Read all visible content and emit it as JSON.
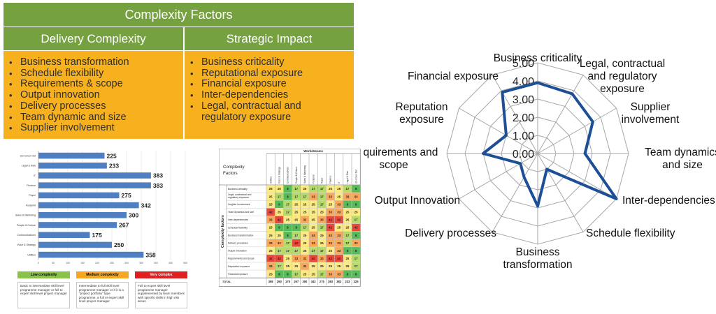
{
  "factors": {
    "title": "Complexity Factors",
    "delivery": {
      "heading": "Delivery Complexity",
      "items": [
        "Business transformation",
        "Schedule flexibility",
        "Requirements & scope",
        "Output innovation",
        "Delivery processes",
        "Team dynamic and size",
        "Supplier involvement"
      ]
    },
    "strategic": {
      "heading": "Strategic Impact",
      "items": [
        "Business criticality",
        "Reputational exposure",
        "Financial exposure",
        "Inter-dependencies",
        "Legal, contractual and",
        "regulatory exposure"
      ]
    }
  },
  "legend_boxes": [
    {
      "label": "Low complexity",
      "color": "#8bc34a",
      "desc": "Basic to intermediate skill level programme manager or full to expert skill level project manager"
    },
    {
      "label": "Medium complexity",
      "color": "#f5a623",
      "desc": "Intermediate to full skill level programme manager or if it is a \"project portfolio\" type programme, a full or expert skill level project manager"
    },
    {
      "label": "Very complex",
      "color": "#e02020",
      "desc": "Full to expert skill level programme manager supplemented by team members with specific skills in high risk areas"
    }
  ],
  "heatmap": {
    "title": "Complexity Factors",
    "group_header": "Workstreams",
    "side_label": "Complexity factors",
    "columns": [
      "Utilities",
      "Voice & Strategy",
      "Communications",
      "People & Culture",
      "Sales & Marketing",
      "Footprint",
      "Paper",
      "Finance",
      "IT",
      "Legal & Risk",
      "US Cover Out"
    ],
    "rows": [
      {
        "name": "Business criticality",
        "values": [
          25,
          25,
          8,
          17,
          25,
          17,
          17,
          25,
          25,
          17,
          8
        ]
      },
      {
        "name": "Legal, contractual and regulatory exposure",
        "values": [
          25,
          17,
          8,
          17,
          17,
          33,
          17,
          33,
          25,
          33,
          33
        ]
      },
      {
        "name": "Supplier involvement",
        "values": [
          25,
          0,
          17,
          25,
          25,
          25,
          17,
          25,
          33,
          8,
          8
        ]
      },
      {
        "name": "Team dynamics and size",
        "values": [
          42,
          25,
          17,
          25,
          25,
          25,
          25,
          33,
          33,
          25,
          25
        ]
      },
      {
        "name": "Inter-dependencies",
        "values": [
          33,
          42,
          25,
          25,
          33,
          25,
          33,
          42,
          42,
          25,
          17
        ]
      },
      {
        "name": "Schedule flexibility",
        "values": [
          25,
          0,
          8,
          8,
          17,
          25,
          17,
          42,
          25,
          25,
          42
        ]
      },
      {
        "name": "Business transformation",
        "values": [
          25,
          25,
          8,
          17,
          25,
          33,
          25,
          33,
          33,
          17,
          8
        ]
      },
      {
        "name": "Delivery processes",
        "values": [
          33,
          33,
          17,
          42,
          25,
          33,
          25,
          33,
          33,
          17,
          33
        ]
      },
      {
        "name": "Output innovation",
        "values": [
          25,
          17,
          17,
          17,
          25,
          17,
          17,
          25,
          33,
          8,
          8
        ]
      },
      {
        "name": "Requirements and scope",
        "values": [
          42,
          42,
          25,
          33,
          33,
          42,
          33,
          42,
          42,
          25,
          17
        ]
      },
      {
        "name": "Reputation exposure",
        "values": [
          33,
          17,
          25,
          25,
          33,
          25,
          25,
          25,
          25,
          25,
          17
        ]
      },
      {
        "name": "Financial exposure",
        "values": [
          25,
          8,
          8,
          17,
          25,
          25,
          17,
          33,
          33,
          8,
          8
        ]
      }
    ],
    "total_label": "TOTAL",
    "totals": [
      358,
      250,
      175,
      267,
      300,
      342,
      275,
      383,
      383,
      233,
      225
    ],
    "colors": {
      "green": "#57bb5a",
      "lightgreen": "#b5d96b",
      "yellow": "#fbe982",
      "orange": "#f8a75b",
      "red": "#e8473b"
    }
  },
  "chart_data": [
    {
      "type": "bar",
      "orientation": "horizontal",
      "categories": [
        "US Cover Out",
        "Legal & Risk",
        "IT",
        "Finance",
        "Paper",
        "Footprint",
        "Sales & Marketing",
        "People & Culture",
        "Communications",
        "Voice & Strategy",
        "Utilities"
      ],
      "values": [
        225,
        233,
        383,
        383,
        275,
        342,
        300,
        267,
        175,
        250,
        358
      ],
      "xlim": [
        0,
        500
      ],
      "xticks": [
        "0",
        "50",
        "100",
        "150",
        "200",
        "250",
        "300",
        "350",
        "400",
        "450",
        "500"
      ],
      "bar_color": "#4f7fc0"
    },
    {
      "type": "radar",
      "axes": [
        "Business criticality",
        "Legal, contractual and regulatory exposure",
        "Supplier involvement",
        "Team dynamics and size",
        "Inter-dependencies",
        "Schedule flexibility",
        "Business transformation",
        "Delivery processes",
        "Output Innovation",
        "Requirements and scope",
        "Reputation exposure",
        "Financial exposure"
      ],
      "axis_labels": [
        [
          "Business criticality"
        ],
        [
          "Legal, contractual",
          "and regulatory",
          "exposure"
        ],
        [
          "Supplier",
          "involvement"
        ],
        [
          "Team dynamics",
          "and size"
        ],
        [
          "Inter-dependencies"
        ],
        [
          "Schedule flexibility"
        ],
        [
          "Business",
          "transformation"
        ],
        [
          "Delivery processes"
        ],
        [
          "Output Innovation"
        ],
        [
          "Requirements and",
          "scope"
        ],
        [
          "Reputation",
          "exposure"
        ],
        [
          "Financial exposure"
        ]
      ],
      "values": [
        3.9,
        3.8,
        3.5,
        2.6,
        5.0,
        1.0,
        2.9,
        1.5,
        1.1,
        3.0,
        2.0,
        3.9
      ],
      "rlim": [
        0,
        5
      ],
      "ticks": [
        "0.00",
        "1.00",
        "2.00",
        "3.00",
        "4.00",
        "5.00"
      ],
      "line_color": "#1c4f96",
      "grid_color": "#a6a6a6"
    }
  ]
}
